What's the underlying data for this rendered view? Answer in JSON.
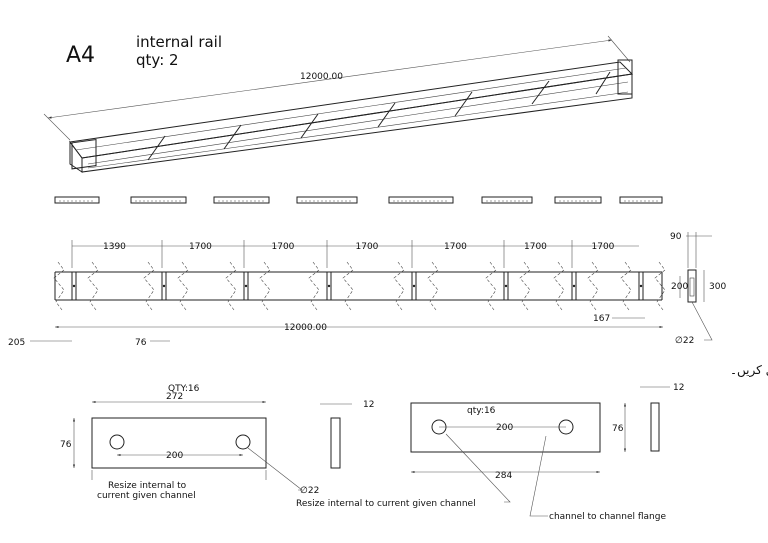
{
  "header": {
    "sheet_id": "A4",
    "part_name": "internal rail",
    "quantity": "qty: 2"
  },
  "iso_view": {
    "length_dim": "12000.00"
  },
  "elevation_view": {
    "spacings": [
      "1390",
      "1700",
      "1700",
      "1700",
      "1700",
      "1700",
      "1700"
    ],
    "overall": "12000.00",
    "left_offset": "205",
    "plate_width": "76",
    "right_offset": "167"
  },
  "section_view": {
    "width": "90",
    "inner_height": "200",
    "outer_height": "300",
    "hole_dia": "∅22"
  },
  "urdu_note": "موجودہ دیے گئے چینل کے لیے اندرونی سائز تبدیل کریں۔",
  "plate_a": {
    "qty": "QTY:16",
    "length": "272",
    "height": "76",
    "hole_spacing": "200",
    "note_line1": "Resize internal to",
    "note_line2": "current given channel",
    "hole_dia": "∅22"
  },
  "plate_a_edge": {
    "thickness": "12"
  },
  "plate_b": {
    "qty": "qty:16",
    "length": "284",
    "height": "76",
    "hole_spacing": "200",
    "note": "Resize internal to current given channel",
    "flange_note": "channel to channel flange"
  },
  "plate_b_edge": {
    "thickness": "12"
  }
}
